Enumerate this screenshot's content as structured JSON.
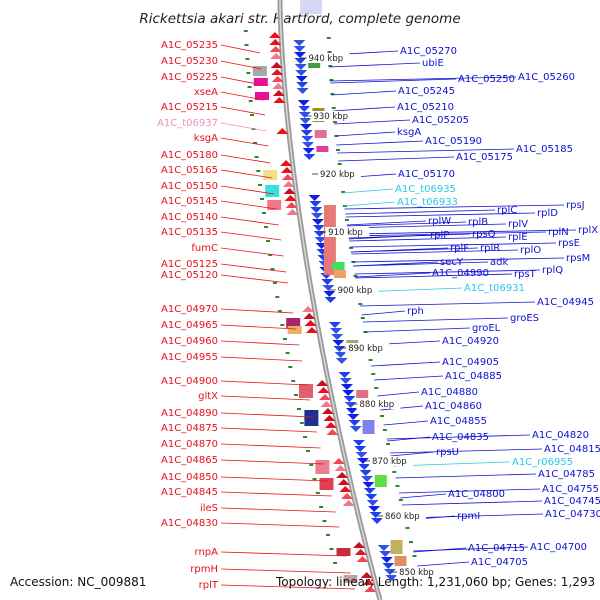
{
  "title": "Rickettsia akari str. Hartford, complete genome",
  "footer": {
    "accession": "Accession: NC_009881",
    "summary": "Topology: linear; Length: 1,231,060 bp; Genes: 1,293"
  },
  "colors": {
    "left_label": "#e8101a",
    "right_label": "#1010d0",
    "rna_light_blue": "#28c8e8",
    "rna_pink": "#f08cc0",
    "backbone": "#888888",
    "tick": "#2a8a2a"
  },
  "kbp_ticks": [
    "940 kbp",
    "930 kbp",
    "920 kbp",
    "910 kbp",
    "900 kbp",
    "890 kbp",
    "880 kbp",
    "870 kbp",
    "860 kbp",
    "850 kbp"
  ],
  "left_labels": [
    {
      "t": "A1C_05235",
      "c": "r"
    },
    {
      "t": "A1C_05230",
      "c": "r"
    },
    {
      "t": "A1C_05225",
      "c": "r"
    },
    {
      "t": "xseA",
      "c": "r"
    },
    {
      "t": "A1C_05215",
      "c": "r"
    },
    {
      "t": "A1C_t06937",
      "c": "p"
    },
    {
      "t": "ksgA",
      "c": "r"
    },
    {
      "t": "A1C_05180",
      "c": "r"
    },
    {
      "t": "A1C_05165",
      "c": "r"
    },
    {
      "t": "A1C_05150",
      "c": "r"
    },
    {
      "t": "A1C_05145",
      "c": "r"
    },
    {
      "t": "A1C_05140",
      "c": "r"
    },
    {
      "t": "A1C_05135",
      "c": "r"
    },
    {
      "t": "fumC",
      "c": "r"
    },
    {
      "t": "A1C_05125",
      "c": "r"
    },
    {
      "t": "A1C_05120",
      "c": "r"
    },
    {
      "t": "A1C_04970",
      "c": "r"
    },
    {
      "t": "A1C_04965",
      "c": "r"
    },
    {
      "t": "A1C_04960",
      "c": "r"
    },
    {
      "t": "A1C_04955",
      "c": "r"
    },
    {
      "t": "A1C_04900",
      "c": "r"
    },
    {
      "t": "gltX",
      "c": "r"
    },
    {
      "t": "A1C_04890",
      "c": "r"
    },
    {
      "t": "A1C_04875",
      "c": "r"
    },
    {
      "t": "A1C_04870",
      "c": "r"
    },
    {
      "t": "A1C_04865",
      "c": "r"
    },
    {
      "t": "A1C_04850",
      "c": "r"
    },
    {
      "t": "A1C_04845",
      "c": "r"
    },
    {
      "t": "ileS",
      "c": "r"
    },
    {
      "t": "A1C_04830",
      "c": "r"
    },
    {
      "t": "rnpA",
      "c": "r"
    },
    {
      "t": "rpmH",
      "c": "r"
    },
    {
      "t": "rplT",
      "c": "r"
    }
  ],
  "right_labels": [
    {
      "t": "A1C_05270",
      "c": "b"
    },
    {
      "t": "ubiE",
      "c": "b"
    },
    {
      "t": "A1C_05250",
      "c": "b"
    },
    {
      "t": "A1C_05260",
      "c": "b"
    },
    {
      "t": "A1C_05245",
      "c": "b"
    },
    {
      "t": "A1C_05210",
      "c": "b"
    },
    {
      "t": "A1C_05205",
      "c": "b"
    },
    {
      "t": "ksgA",
      "c": "b"
    },
    {
      "t": "A1C_05190",
      "c": "b"
    },
    {
      "t": "A1C_05185",
      "c": "b"
    },
    {
      "t": "A1C_05175",
      "c": "b"
    },
    {
      "t": "A1C_05170",
      "c": "b"
    },
    {
      "t": "A1C_t06935",
      "c": "c"
    },
    {
      "t": "A1C_t06933",
      "c": "c"
    },
    {
      "t": "rpsJ",
      "c": "b"
    },
    {
      "t": "rplC",
      "c": "b"
    },
    {
      "t": "rplD",
      "c": "b"
    },
    {
      "t": "rplW",
      "c": "b"
    },
    {
      "t": "rplB",
      "c": "b"
    },
    {
      "t": "rplV",
      "c": "b"
    },
    {
      "t": "rplN",
      "c": "b"
    },
    {
      "t": "rplX",
      "c": "b"
    },
    {
      "t": "rplP",
      "c": "b"
    },
    {
      "t": "rpsQ",
      "c": "b"
    },
    {
      "t": "rplE",
      "c": "b"
    },
    {
      "t": "rpsE",
      "c": "b"
    },
    {
      "t": "rplF",
      "c": "b"
    },
    {
      "t": "rplR",
      "c": "b"
    },
    {
      "t": "rplO",
      "c": "b"
    },
    {
      "t": "rpsM",
      "c": "b"
    },
    {
      "t": "secY",
      "c": "b"
    },
    {
      "t": "adk",
      "c": "b"
    },
    {
      "t": "rplQ",
      "c": "b"
    },
    {
      "t": "A1C_04990",
      "c": "b"
    },
    {
      "t": "rpsT",
      "c": "b"
    },
    {
      "t": "A1C_t06931",
      "c": "c"
    },
    {
      "t": "A1C_04945",
      "c": "b"
    },
    {
      "t": "rph",
      "c": "b"
    },
    {
      "t": "groES",
      "c": "b"
    },
    {
      "t": "groEL",
      "c": "b"
    },
    {
      "t": "A1C_04920",
      "c": "b"
    },
    {
      "t": "A1C_04905",
      "c": "b"
    },
    {
      "t": "A1C_04885",
      "c": "b"
    },
    {
      "t": "A1C_04880",
      "c": "b"
    },
    {
      "t": "A1C_04860",
      "c": "b"
    },
    {
      "t": "A1C_04855",
      "c": "b"
    },
    {
      "t": "A1C_04835",
      "c": "b"
    },
    {
      "t": "A1C_04820",
      "c": "b"
    },
    {
      "t": "A1C_04815",
      "c": "b"
    },
    {
      "t": "rpsU",
      "c": "b"
    },
    {
      "t": "A1C_r06955",
      "c": "c"
    },
    {
      "t": "A1C_04785",
      "c": "b"
    },
    {
      "t": "A1C_04755",
      "c": "b"
    },
    {
      "t": "A1C_04800",
      "c": "b"
    },
    {
      "t": "A1C_04745",
      "c": "b"
    },
    {
      "t": "A1C_04730",
      "c": "b"
    },
    {
      "t": "rpmI",
      "c": "b"
    },
    {
      "t": "A1C_04715",
      "c": "b"
    },
    {
      "t": "A1C_04700",
      "c": "b"
    },
    {
      "t": "A1C_04705",
      "c": "b"
    }
  ]
}
